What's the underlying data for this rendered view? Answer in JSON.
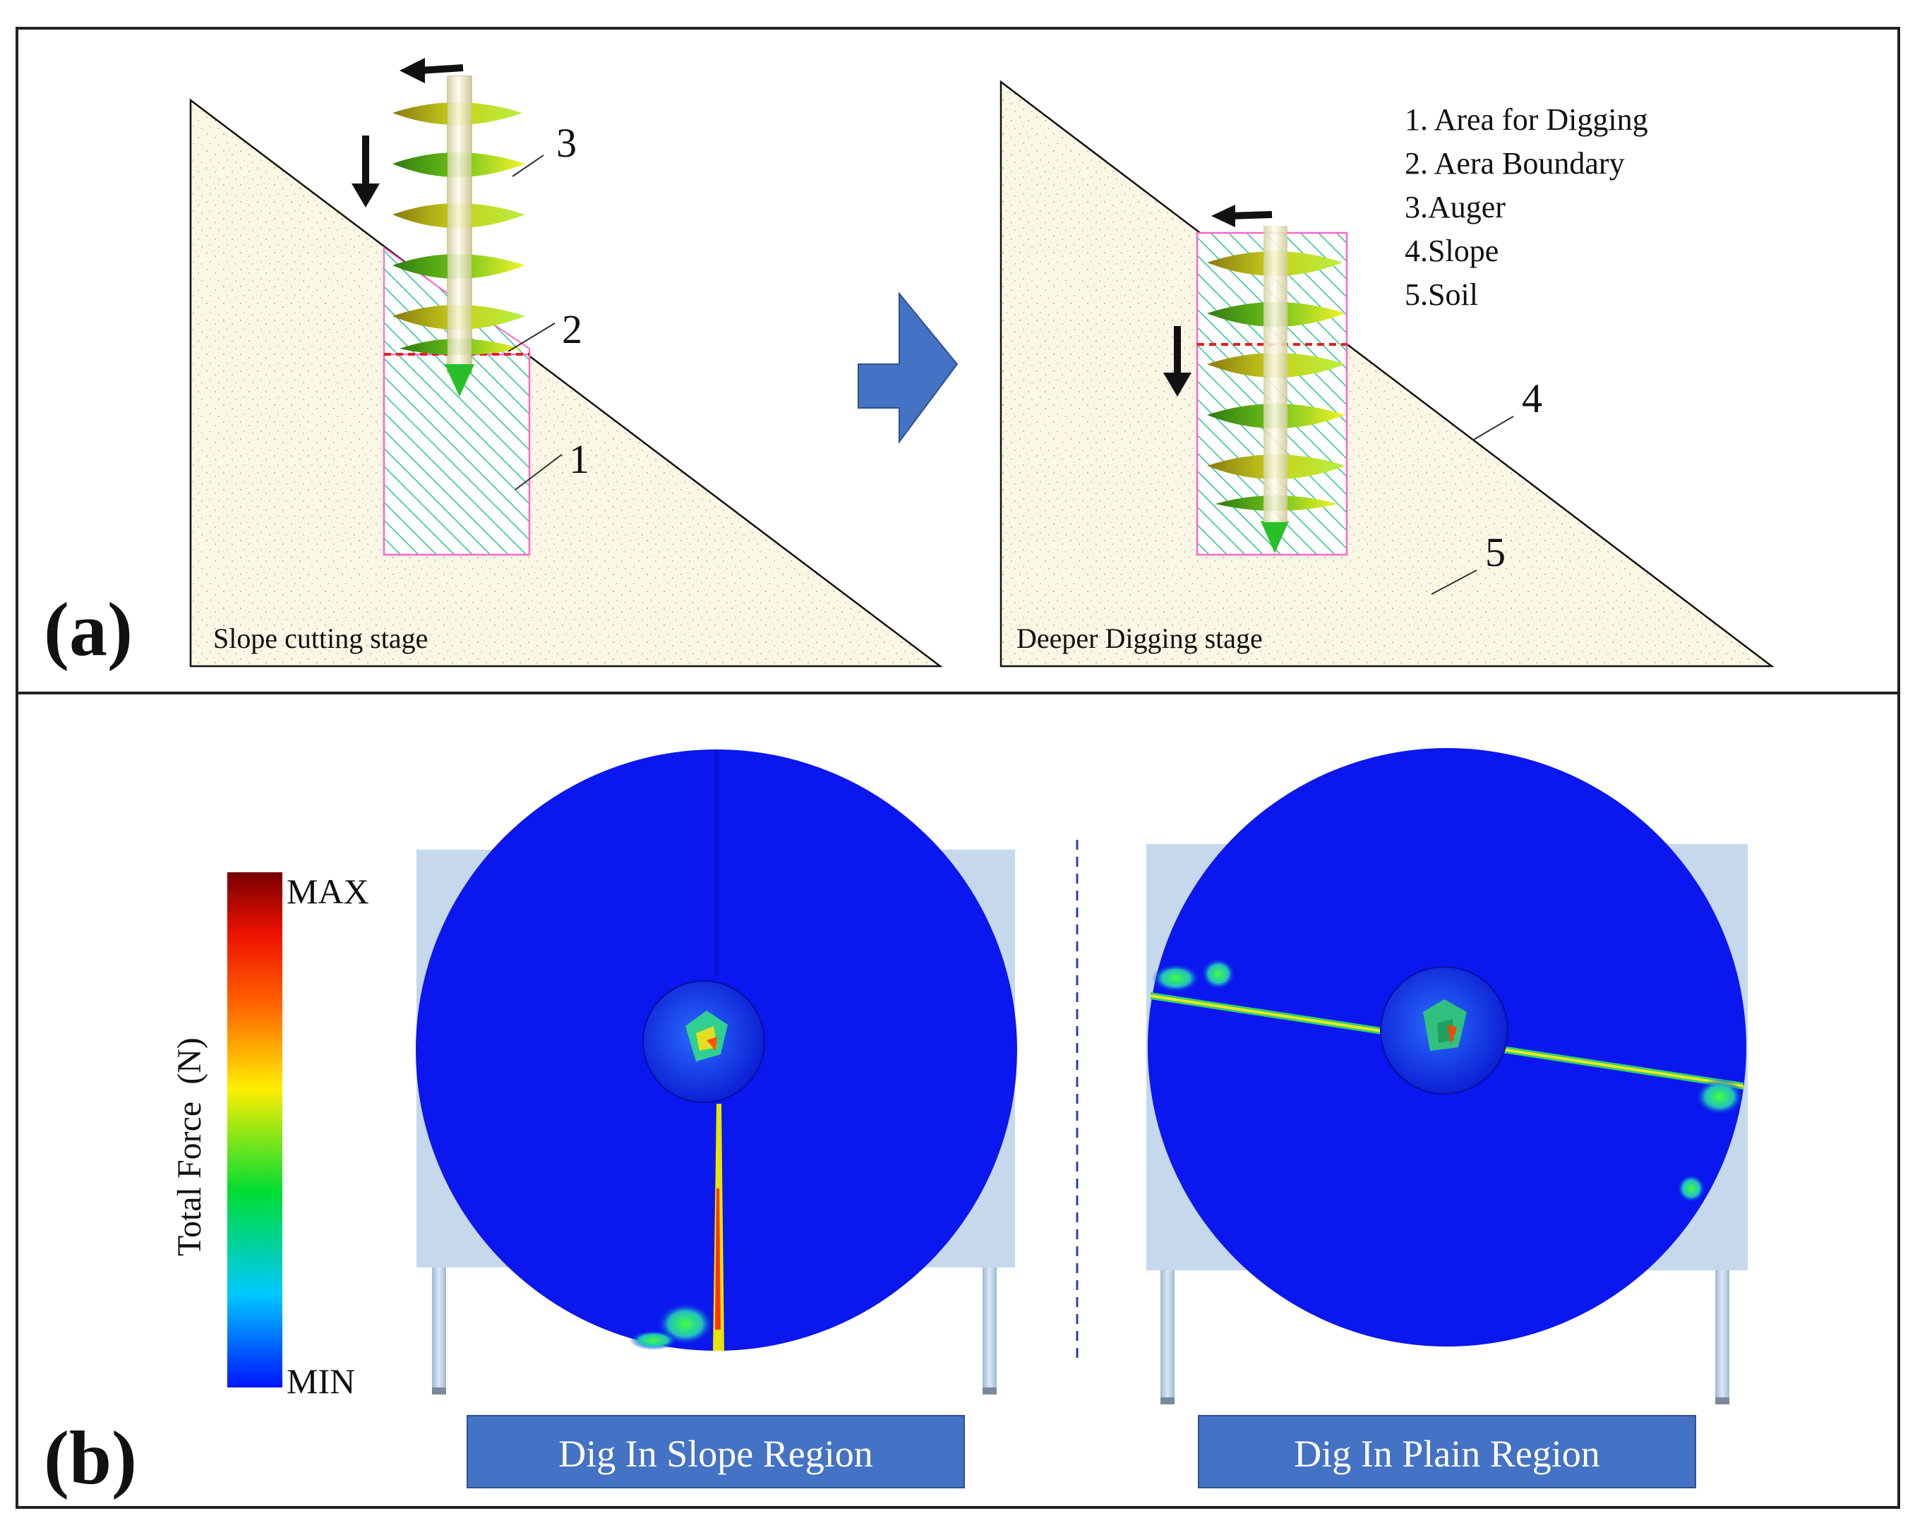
{
  "panel_a": {
    "label": "(a)",
    "stage_left": "Slope cutting stage",
    "stage_right": "Deeper Digging stage",
    "callouts": {
      "n1": "1",
      "n2": "2",
      "n3": "3",
      "n4": "4",
      "n5": "5"
    },
    "legend": [
      "1. Area for Digging",
      "2. Aera Boundary",
      "3.Auger",
      "4.Slope",
      "5.Soil"
    ]
  },
  "panel_b": {
    "label": "(b)",
    "colorbar": {
      "title": "Total Force  (N)",
      "max_label": "MAX",
      "min_label": "MIN",
      "colors": [
        "#0014ff",
        "#00c8ff",
        "#00dd33",
        "#ffee00",
        "#ff6600",
        "#ee1100",
        "#770000"
      ]
    },
    "left_caption": "Dig In Slope Region",
    "right_caption": "Dig In Plain Region"
  },
  "colors": {
    "soil": "#fbf7e6",
    "auger_green": "#86d21a",
    "auger_yellow": "#f1f22a",
    "shaft": "#f0ecc8",
    "dig_area_border": "#ff66cc",
    "hatch": "#2cc49b",
    "boundary": "#e02020",
    "arrow_blue": "#4472c4",
    "disk_blue": "#0a17ee",
    "caption_bg": "#4472c4",
    "frame_bg": "#c6d8ec"
  }
}
